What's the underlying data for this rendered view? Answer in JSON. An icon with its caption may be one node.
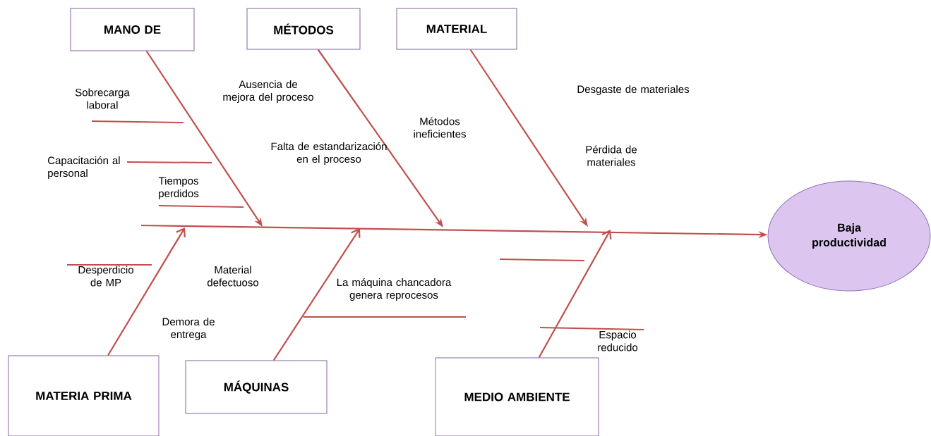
{
  "diagram": {
    "nodes": [
      {
        "text": [
          "MANO DE"
        ]
      },
      {
        "text": [
          "MÉTODOS"
        ]
      },
      {
        "text": [
          "MATERIAL"
        ]
      },
      {
        "text": [
          "MATERIA PRIMA"
        ]
      },
      {
        "text": [
          "MÁQUINAS"
        ]
      },
      {
        "text": [
          "MEDIO AMBIENTE"
        ]
      },
      {
        "text": [
          "Baja productividad"
        ]
      }
    ],
    "edges": [
      {
        "from": 0,
        "to": null,
        "arrow": "to"
      },
      {
        "from": 1,
        "to": null,
        "arrow": "to"
      },
      {
        "from": 2,
        "to": null,
        "arrow": "to"
      },
      {
        "from": 3,
        "to": null,
        "arrow": "to"
      },
      {
        "from": 4,
        "to": null,
        "arrow": "to"
      },
      {
        "from": 5,
        "to": null,
        "arrow": "to"
      },
      {
        "from": null,
        "to": 6,
        "arrow": "to"
      }
    ],
    "labels": [
      "Sobrecarga laboral",
      "Capacitación al personal",
      "Tiempos perdidos",
      "Ausencia de mejora del proceso",
      "Falta de estandarización en el proceso",
      "Métodos ineficientes",
      "Desgaste de materiales",
      "Pérdida de materiales",
      "Desperdicio de MP",
      "Material defectuoso",
      "Demora de entrega",
      "La máquina chancadora genera reprocesos",
      "Espacio reducido"
    ]
  }
}
